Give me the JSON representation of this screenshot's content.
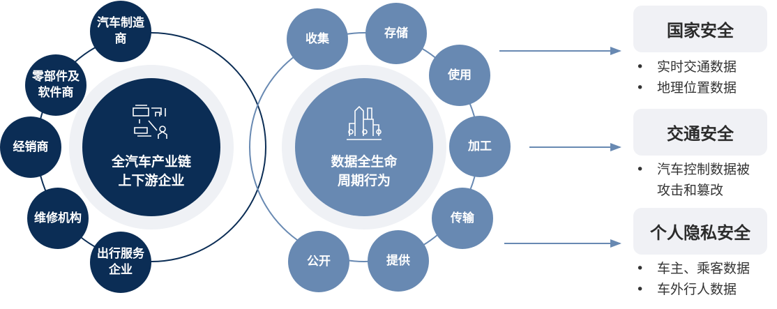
{
  "left_group": {
    "center_label_line1": "全汽车产业链",
    "center_label_line2": "上下游企业",
    "center_icon": "industry-chain-icon",
    "nodes": [
      {
        "label": "汽车制造商"
      },
      {
        "label": "零部件及软件商"
      },
      {
        "label": "经销商"
      },
      {
        "label": "维修机构"
      },
      {
        "label": "出行服务企业"
      }
    ],
    "color": "#0b2d55"
  },
  "right_group": {
    "center_label_line1": "数据全生命",
    "center_label_line2": "周期行为",
    "center_icon": "city-buildings-icon",
    "nodes": [
      {
        "label": "收集"
      },
      {
        "label": "存储"
      },
      {
        "label": "使用"
      },
      {
        "label": "加工"
      },
      {
        "label": "传输"
      },
      {
        "label": "提供"
      },
      {
        "label": "公开"
      }
    ],
    "color": "#6889b2"
  },
  "categories": [
    {
      "title": "国家安全",
      "items": [
        "实时交通数据",
        "地理位置数据"
      ]
    },
    {
      "title": "交通安全",
      "items": [
        "汽车控制数据被攻击和篡改"
      ]
    },
    {
      "title": "个人隐私安全",
      "items": [
        "车主、乘客数据",
        "车外行人数据"
      ]
    }
  ],
  "bullet": "•"
}
